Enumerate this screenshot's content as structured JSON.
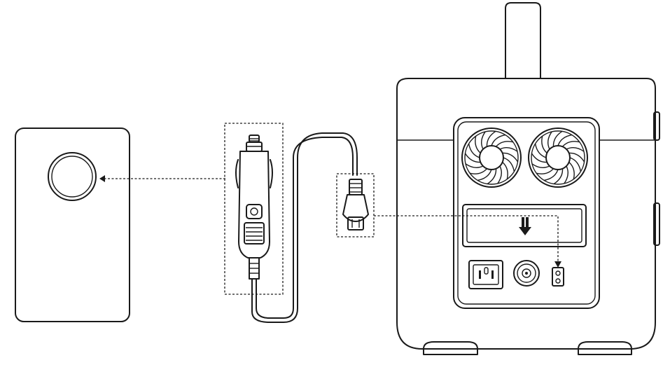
{
  "diagram": {
    "kind": "connection-illustration",
    "text_labels": [],
    "colors": {
      "line": "#1a1a1a",
      "background": "#ffffff"
    },
    "components": [
      {
        "name": "car-socket-panel-icon"
      },
      {
        "name": "car-charger-plug-icon"
      },
      {
        "name": "charging-cable-icon"
      },
      {
        "name": "dc-input-connector-icon"
      },
      {
        "name": "portable-power-station-icon"
      }
    ],
    "connections": [
      {
        "from": "car-charger-plug-icon",
        "to": "car-socket-panel-icon",
        "style": "dashed-arrow"
      },
      {
        "from": "dc-input-connector-icon",
        "to": "power-station-dc-port-icon",
        "style": "dashed-arrow"
      }
    ]
  }
}
